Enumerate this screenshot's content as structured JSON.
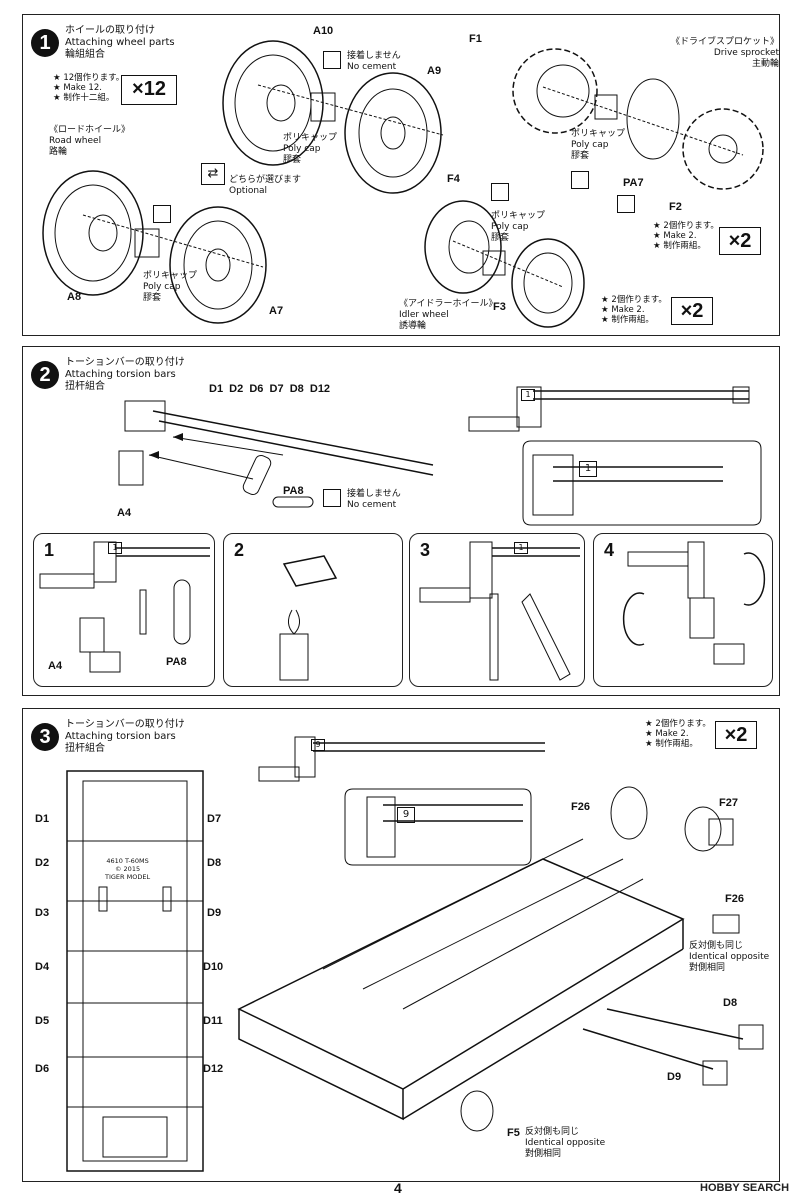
{
  "step1": {
    "num": "1",
    "title_jp": "ホイールの取り付け",
    "title_en": "Attaching wheel parts",
    "title_cn": "輪組組合",
    "make12": [
      "★ 12個作ります。",
      "★ Make 12.",
      "★ 制作十二組。"
    ],
    "mult12": "×12",
    "road_wheel": [
      "《ロードホイール》",
      "Road wheel",
      "路輪"
    ],
    "no_cement": [
      "接着しません",
      "No cement"
    ],
    "poly_cap": [
      "ポリキャップ",
      "Poly cap",
      "膠套"
    ],
    "optional": [
      "どちらが選びます",
      "Optional"
    ],
    "drive_sprocket": [
      "《ドライブスプロケット》",
      "Drive sprocket",
      "主動輪"
    ],
    "idler_wheel": [
      "《アイドラーホイール》",
      "Idler wheel",
      "誘導輪"
    ],
    "make2": [
      "★ 2個作ります。",
      "★ Make 2.",
      "★ 制作兩組。"
    ],
    "mult2": "×2",
    "parts": {
      "A10": "A10",
      "A9": "A9",
      "A8": "A8",
      "A7": "A7",
      "F1": "F1",
      "F2": "F2",
      "F3": "F3",
      "F4": "F4",
      "PA7": "PA7"
    }
  },
  "step2": {
    "num": "2",
    "title_jp": "トーションバーの取り付け",
    "title_en": "Attaching torsion bars",
    "title_cn": "扭杆組合",
    "bars": "D1  D2  D6  D7  D8  D12",
    "no_cement": [
      "接着しません",
      "No cement"
    ],
    "parts": {
      "A4": "A4",
      "PA8": "PA8"
    },
    "tag": "1",
    "subs": [
      "1",
      "2",
      "3",
      "4"
    ]
  },
  "step3": {
    "num": "3",
    "title_jp": "トーションバーの取り付け",
    "title_en": "Attaching torsion bars",
    "title_cn": "扭杆組合",
    "left_labels": [
      "D1",
      "D2",
      "D3",
      "D4",
      "D5",
      "D6"
    ],
    "right_labels": [
      "D7",
      "D8",
      "D9",
      "D10",
      "D11",
      "D12"
    ],
    "hull_text": [
      "4610 T-60MS",
      "© 2015",
      "TIGER MODEL"
    ],
    "tag": "9",
    "make2": [
      "★ 2個作ります。",
      "★ Make 2.",
      "★ 制作兩組。"
    ],
    "mult2": "×2",
    "opposite": [
      "反対側も同じ",
      "Identical opposite",
      "對側相同"
    ],
    "f5_opposite": [
      "反対側も同じ",
      "Identical opposite",
      "對側相同"
    ],
    "parts": {
      "F26": "F26",
      "F27": "F27",
      "F26b": "F26",
      "D8": "D8",
      "D9": "D9",
      "F5": "F5"
    }
  },
  "page_number": "4",
  "watermark": "HOBBY SEARCH"
}
